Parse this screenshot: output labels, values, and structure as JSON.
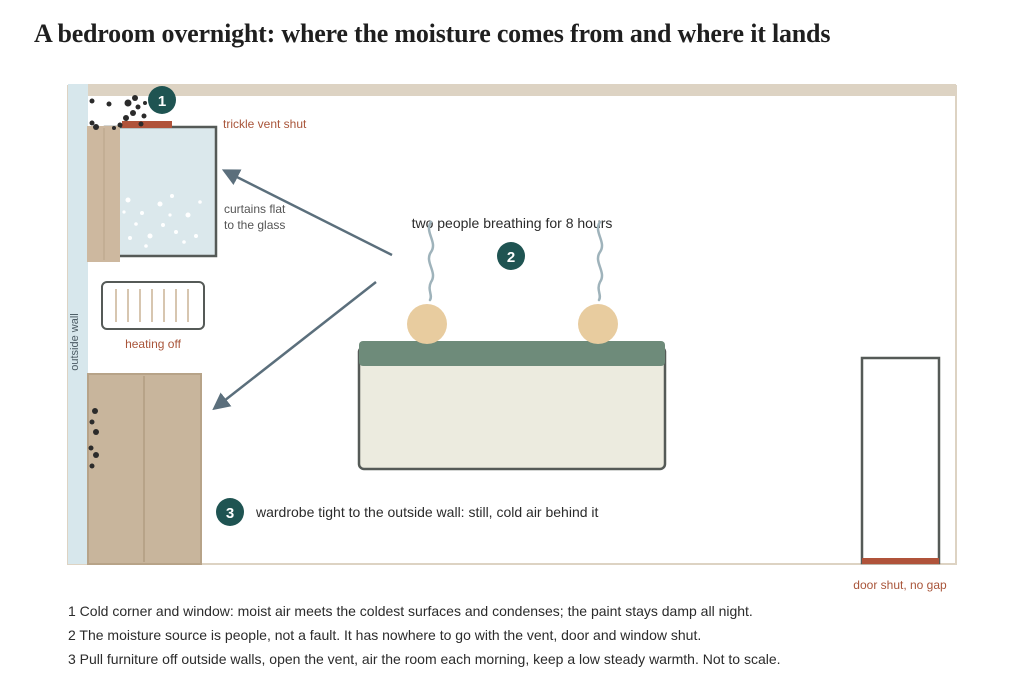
{
  "title": "A bedroom overnight: where the moisture comes from and where it lands",
  "labels": {
    "trickle_vent": "trickle vent shut",
    "curtains_line1": "curtains flat",
    "curtains_line2": "to the glass",
    "heating": "heating off",
    "outside_wall": "outside wall",
    "breathing": "two people breathing for 8 hours",
    "wardrobe": "wardrobe tight to the outside wall: still, cold air behind it",
    "door": "door shut, no gap"
  },
  "markers": [
    "1",
    "2",
    "3"
  ],
  "notes": [
    "1 Cold corner and window: moist air meets the coldest surfaces and condenses; the paint stays damp all night.",
    "2 The moisture source is people, not a fault. It has nowhere to go with the vent, door and window shut.",
    "3 Pull furniture off outside walls, open the vent, air the room each morning, keep a low steady warmth. Not to scale."
  ],
  "colors": {
    "wall": "#ddd3c3",
    "outside_wall": "#d7e7ec",
    "window_glass": "#dbe8ec",
    "frame": "#555a57",
    "curtain": "#cdb89f",
    "wardrobe": "#c8b59c",
    "bed": "#ecebdf",
    "bed_headboard": "#6e8b7a",
    "head": "#e8cc9f",
    "marker": "#1f5452",
    "accent_label": "#a9553a",
    "vent": "#b0533a",
    "arrow": "#5b6f7c",
    "mould": "#2b2b2b"
  }
}
